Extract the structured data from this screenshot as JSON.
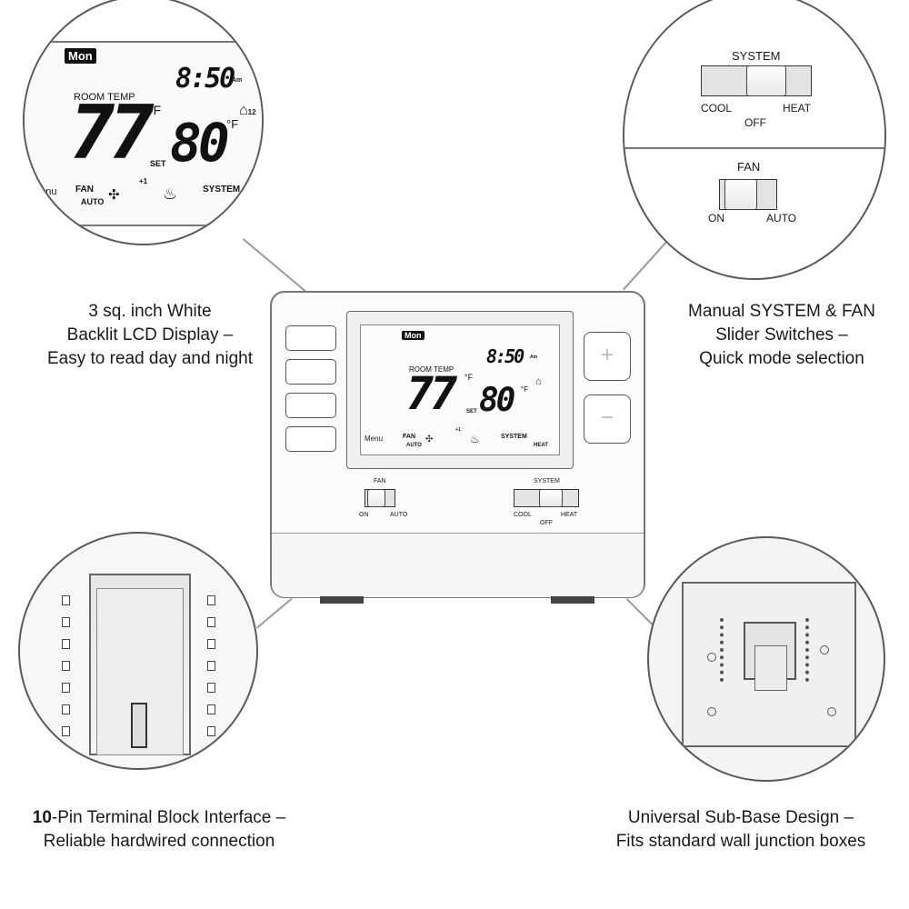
{
  "lcd": {
    "day": "Mon",
    "time": "8:50",
    "ampm": "Am",
    "room_temp_label": "ROOM TEMP",
    "room_temp": "77",
    "unit": "°F",
    "set_temp": "80",
    "set_label": "SET",
    "plus_one": "+1",
    "menu": "Menu",
    "fan": "FAN",
    "auto": "AUTO",
    "system": "SYSTEM",
    "heat": "HEAT",
    "house_num": "12"
  },
  "switches": {
    "system_label": "SYSTEM",
    "cool": "COOL",
    "off": "OFF",
    "heat": "HEAT",
    "fan_label": "FAN",
    "on": "ON",
    "auto": "AUTO"
  },
  "keys": {
    "plus": "+",
    "minus": "−"
  },
  "captions": {
    "display": [
      "3 sq. inch White",
      "Backlit LCD Display –",
      "Easy to read day and night"
    ],
    "switches": [
      "Manual SYSTEM & FAN",
      "Slider Switches –",
      "Quick mode selection"
    ],
    "terminal_bold": "10",
    "terminal_rest": "-Pin Terminal Block Interface –",
    "terminal_line2": "Reliable hardwired connection",
    "subbase": [
      "Universal Sub-Base Design –",
      "Fits standard wall junction boxes"
    ]
  }
}
